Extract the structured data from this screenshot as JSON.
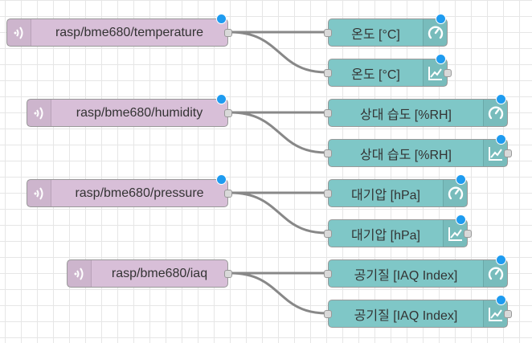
{
  "accent_colors": {
    "mqtt_node": "#d8bfd8",
    "dashboard_node": "#7fc7c7",
    "status_dot": "#1e9bf0",
    "wire": "#888888"
  },
  "mqtt_nodes": [
    {
      "label": "rasp/bme680/temperature",
      "icon": "wifi-icon"
    },
    {
      "label": "rasp/bme680/humidity",
      "icon": "wifi-icon"
    },
    {
      "label": "rasp/bme680/pressure",
      "icon": "wifi-icon"
    },
    {
      "label": "rasp/bme680/iaq",
      "icon": "wifi-icon"
    }
  ],
  "dashboard_nodes": [
    {
      "label": "온도 [°C]",
      "icon": "gauge-icon"
    },
    {
      "label": "온도 [°C]",
      "icon": "chart-icon"
    },
    {
      "label": "상대 습도 [%RH]",
      "icon": "gauge-icon"
    },
    {
      "label": "상대 습도 [%RH]",
      "icon": "chart-icon"
    },
    {
      "label": "대기압 [hPa]",
      "icon": "gauge-icon"
    },
    {
      "label": "대기압 [hPa]",
      "icon": "chart-icon"
    },
    {
      "label": "공기질 [IAQ Index]",
      "icon": "gauge-icon"
    },
    {
      "label": "공기질 [IAQ Index]",
      "icon": "chart-icon"
    }
  ]
}
